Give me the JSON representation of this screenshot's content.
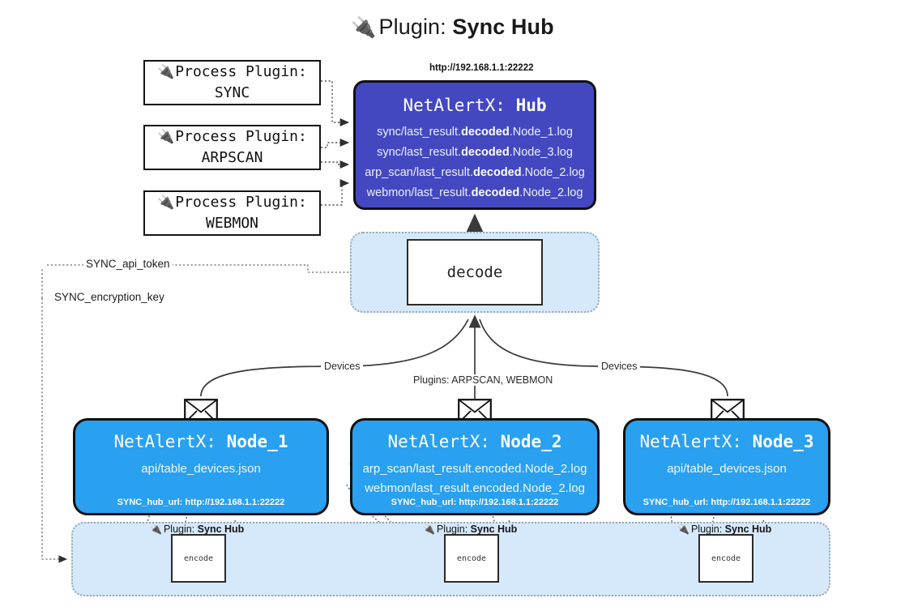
{
  "title": {
    "icon": "plug-icon",
    "lead": "Plugin: ",
    "strong": "Sync Hub"
  },
  "process_plugins": [
    {
      "icon": "plug-icon",
      "line1": "Process Plugin:",
      "line2": "SYNC"
    },
    {
      "icon": "plug-icon",
      "line1": "Process Plugin:",
      "line2": "ARPSCAN"
    },
    {
      "icon": "plug-icon",
      "line1": "Process Plugin:",
      "line2": "WEBMON"
    }
  ],
  "hub": {
    "url": "http://192.168.1.1:22222",
    "title_prefix": "NetAlertX: ",
    "title_name": "Hub",
    "logs": [
      {
        "pre": "sync/last_result.",
        "mid": "decoded",
        "post": ".Node_1.log"
      },
      {
        "pre": "sync/last_result.",
        "mid": "decoded",
        "post": ".Node_3.log"
      },
      {
        "pre": "arp_scan/last_result.",
        "mid": "decoded",
        "post": ".Node_2.log"
      },
      {
        "pre": "webmon/last_result.",
        "mid": "decoded",
        "post": ".Node_2.log"
      }
    ]
  },
  "decode": {
    "label": "decode"
  },
  "keys": [
    {
      "label": "SYNC_api_token"
    },
    {
      "label": "SYNC_encryption_key"
    }
  ],
  "edge_labels": [
    {
      "label": "Devices"
    },
    {
      "label": "Plugins: ARPSCAN, WEBMON"
    },
    {
      "label": "Devices"
    }
  ],
  "nodes": [
    {
      "title_prefix": "NetAlertX: ",
      "title_name": "Node_1",
      "lines": [
        "api/table_devices.json"
      ],
      "footer": "SYNC_hub_url: http://192.168.1.1:22222",
      "icon": "envelope-icon"
    },
    {
      "title_prefix": "NetAlertX: ",
      "title_name": "Node_2",
      "lines": [
        "arp_scan/last_result.encoded.Node_2.log",
        "webmon/last_result.encoded.Node_2.log"
      ],
      "footer": "SYNC_hub_url: http://192.168.1.1:22222",
      "icon": "envelope-icon"
    },
    {
      "title_prefix": "NetAlertX: ",
      "title_name": "Node_3",
      "lines": [
        "api/table_devices.json"
      ],
      "footer": "SYNC_hub_url: http://192.168.1.1:22222",
      "icon": "envelope-icon"
    }
  ],
  "plugin_bands": [
    {
      "icon": "plug-icon",
      "lead": "Plugin: ",
      "strong": "Sync Hub",
      "encode": "encode"
    },
    {
      "icon": "plug-icon",
      "lead": "Plugin: ",
      "strong": "Sync Hub",
      "encode": "encode"
    },
    {
      "icon": "plug-icon",
      "lead": "Plugin: ",
      "strong": "Sync Hub",
      "encode": "encode"
    }
  ],
  "colors": {
    "hub_fill": "#4348c0",
    "node_fill": "#29a0f0",
    "band_fill": "#d6e9fb",
    "stroke": "#101010",
    "wire": "#3a3a3a"
  }
}
